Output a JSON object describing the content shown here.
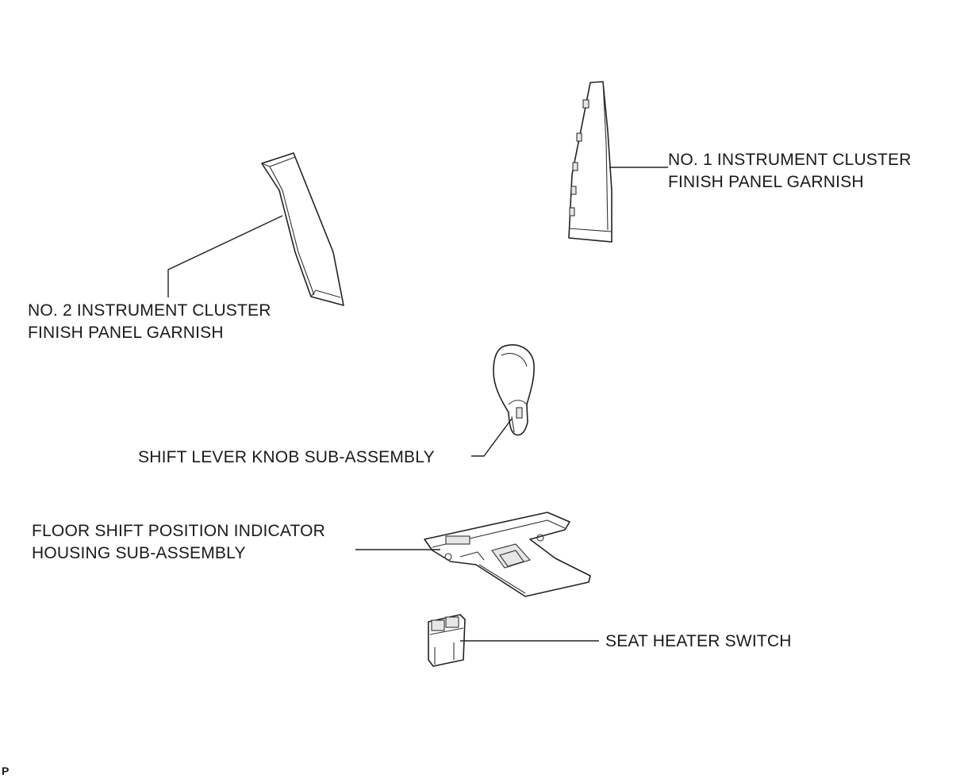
{
  "diagram": {
    "labels": {
      "no1_garnish": [
        "NO. 1 INSTRUMENT CLUSTER",
        "FINISH PANEL GARNISH"
      ],
      "no2_garnish": [
        "NO. 2 INSTRUMENT CLUSTER",
        "FINISH PANEL GARNISH"
      ],
      "shift_knob": "SHIFT LEVER KNOB SUB-ASSEMBLY",
      "indicator_housing": [
        "FLOOR SHIFT POSITION INDICATOR",
        "HOUSING SUB-ASSEMBLY"
      ],
      "seat_heater": "SEAT HEATER SWITCH"
    },
    "corner_mark": "P"
  }
}
